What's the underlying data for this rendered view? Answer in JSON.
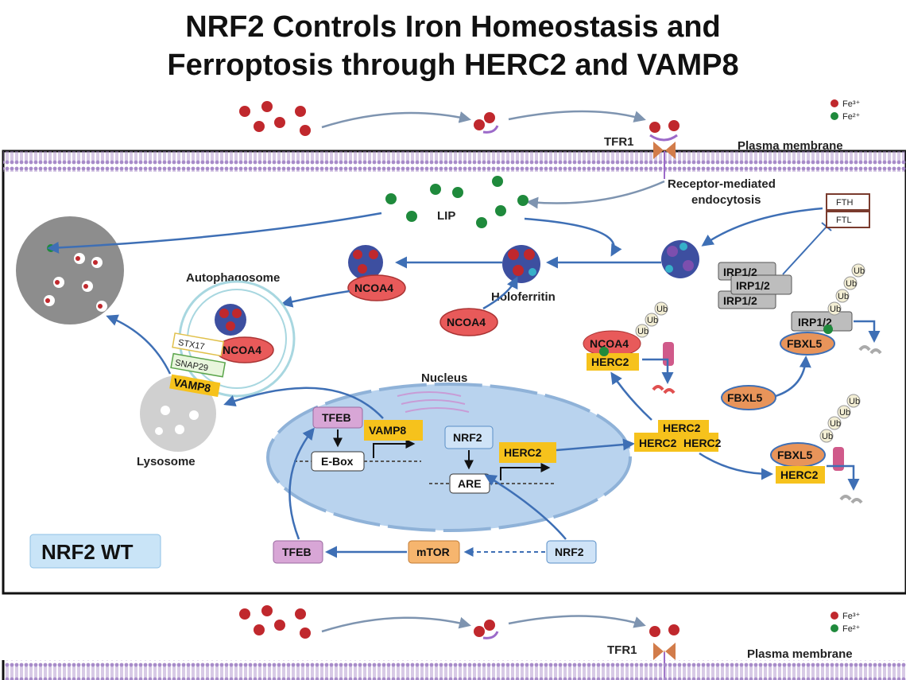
{
  "title_line1": "NRF2 Controls Iron Homeostasis and",
  "title_line2": "Ferroptosis through HERC2 and VAMP8",
  "legend": {
    "fe3": "Fe³⁺",
    "fe2": "Fe²⁺",
    "fe3_color": "#c0282d",
    "fe2_color": "#1f8a3c"
  },
  "labels": {
    "tfr1": "TFR1",
    "plasma_membrane": "Plasma membrane",
    "receptor_endocytosis_1": "Receptor-mediated",
    "receptor_endocytosis_2": "endocytosis",
    "lip": "LIP",
    "autophagosome": "Autophagosome",
    "holoferritin": "Holoferritin",
    "lysosome": "Lysosome",
    "nucleus": "Nucleus",
    "nrf2_wt": "NRF2 WT",
    "fth": "FTH",
    "ftl": "FTL"
  },
  "proteins": {
    "ncoa4": "NCOA4",
    "stx17": "STX17",
    "snap29": "SNAP29",
    "vamp8": "VAMP8",
    "tfeb": "TFEB",
    "ebox": "E-Box",
    "nrf2": "NRF2",
    "are": "ARE",
    "herc2": "HERC2",
    "irp": "IRP1/2",
    "fbxl5": "FBXL5",
    "mtor": "mTOR",
    "ub": "Ub"
  },
  "colors": {
    "membrane": "#a78bc9",
    "ncoa4": "#e85a5a",
    "vamp8": "#f6c21c",
    "herc2": "#f6c21c",
    "tfeb": "#d8a6d6",
    "nrf2": "#cfe3f7",
    "mtor": "#f6b56e",
    "fbxl5": "#e8945a",
    "irp": "#bdbdbd",
    "nucleus": "#b9d3ee",
    "arrow": "#3e6fb5"
  }
}
